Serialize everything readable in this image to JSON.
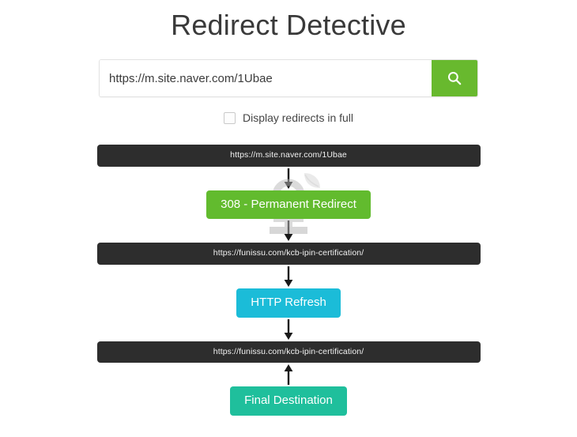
{
  "page": {
    "title": "Redirect Detective",
    "background_color": "#ffffff"
  },
  "search": {
    "value": "https://m.site.naver.com/1Ubae",
    "placeholder": "Enter a URL",
    "button_icon": "search-icon",
    "button_color": "#68b92e",
    "button_label": ""
  },
  "options": {
    "display_full_label": "Display redirects in full",
    "display_full_checked": false
  },
  "flow": {
    "steps": [
      {
        "kind": "url",
        "text": "https://m.site.naver.com/1Ubae"
      },
      {
        "kind": "arrow",
        "direction": "down"
      },
      {
        "kind": "badge",
        "text": "308 - Permanent Redirect",
        "color": "#62bb2e"
      },
      {
        "kind": "arrow",
        "direction": "down"
      },
      {
        "kind": "url",
        "text": "https://funissu.com/kcb-ipin-certification/"
      },
      {
        "kind": "arrow",
        "direction": "down"
      },
      {
        "kind": "badge",
        "text": "HTTP Refresh",
        "color": "#1bbcd8"
      },
      {
        "kind": "arrow",
        "direction": "down"
      },
      {
        "kind": "url",
        "text": "https://funissu.com/kcb-ipin-certification/"
      },
      {
        "kind": "arrow",
        "direction": "up"
      },
      {
        "kind": "badge",
        "text": "Final Destination",
        "color": "#1fbf9c"
      }
    ],
    "step_labels": {
      "url_1": "https://m.site.naver.com/1Ubae",
      "badge_1": "308 - Permanent Redirect",
      "url_2": "https://funissu.com/kcb-ipin-certification/",
      "badge_2": "HTTP Refresh",
      "url_3": "https://funissu.com/kcb-ipin-certification/",
      "badge_3": "Final Destination"
    }
  },
  "watermark": {
    "icon": "plant-leaf-watermark-icon"
  },
  "colors": {
    "dark_bar": "#2d2d2d",
    "green": "#62bb2e",
    "cyan": "#1bbcd8",
    "teal": "#1fbf9c"
  }
}
